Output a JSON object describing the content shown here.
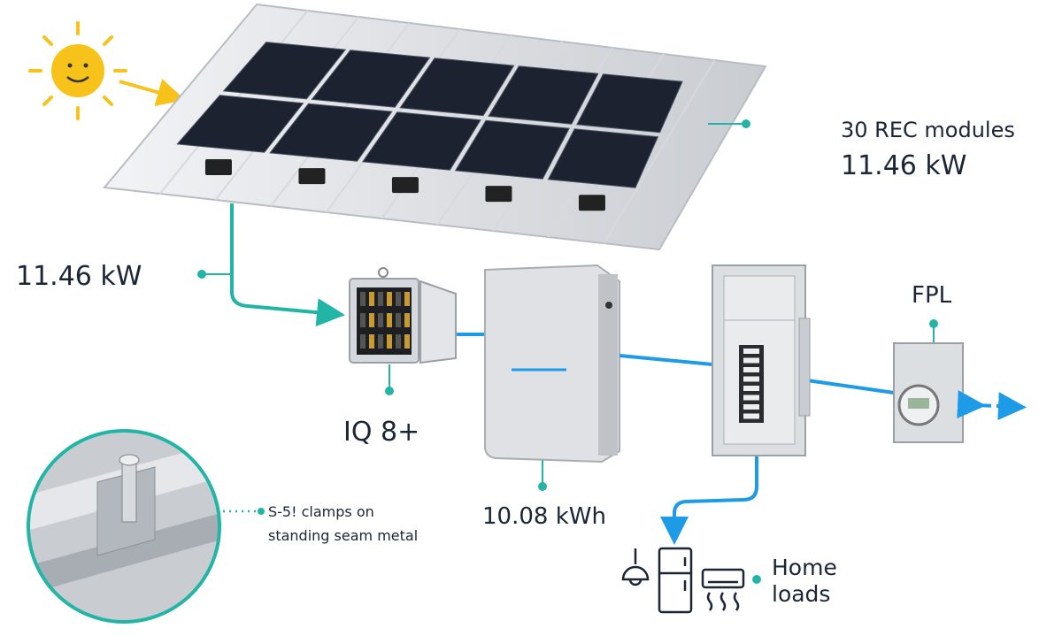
{
  "colors": {
    "teal": "#22b5a6",
    "blue": "#1d9be6",
    "text": "#1b2535",
    "panel": "#1c2230",
    "sun": "#f7c21a"
  },
  "labels": {
    "array_modules": "30 REC modules",
    "array_power": "11.46 kW",
    "dc_power": "11.46 kW",
    "microinverter": "IQ 8+",
    "battery": "10.08 kWh",
    "utility": "FPL",
    "loads_line1": "Home",
    "loads_line2": "loads",
    "mount_line1": "S-5! clamps on",
    "mount_line2": "standing seam metal"
  },
  "icons": [
    "sun-icon",
    "solar-array",
    "combiner-box",
    "battery-unit",
    "electrical-panel",
    "utility-meter",
    "bidirectional-arrow-icon",
    "pendant-lamp-icon",
    "refrigerator-icon",
    "air-conditioner-icon",
    "clamp-detail"
  ]
}
